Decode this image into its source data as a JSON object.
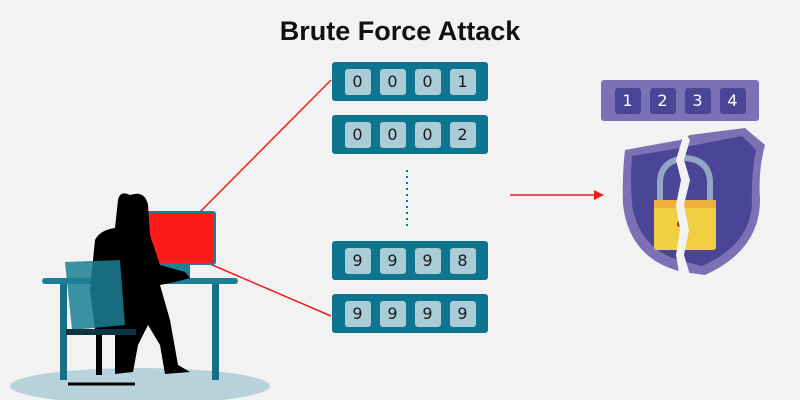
{
  "title": "Brute Force Attack",
  "attempts": [
    [
      "0",
      "0",
      "0",
      "1"
    ],
    [
      "0",
      "0",
      "0",
      "2"
    ],
    [
      "9",
      "9",
      "9",
      "8"
    ],
    [
      "9",
      "9",
      "9",
      "9"
    ]
  ],
  "cracked_code": [
    "1",
    "2",
    "3",
    "4"
  ],
  "colors": {
    "teal": "#0d7590",
    "red": "#e8211f",
    "purple": "#4a4597",
    "lock": "#f0d040"
  }
}
